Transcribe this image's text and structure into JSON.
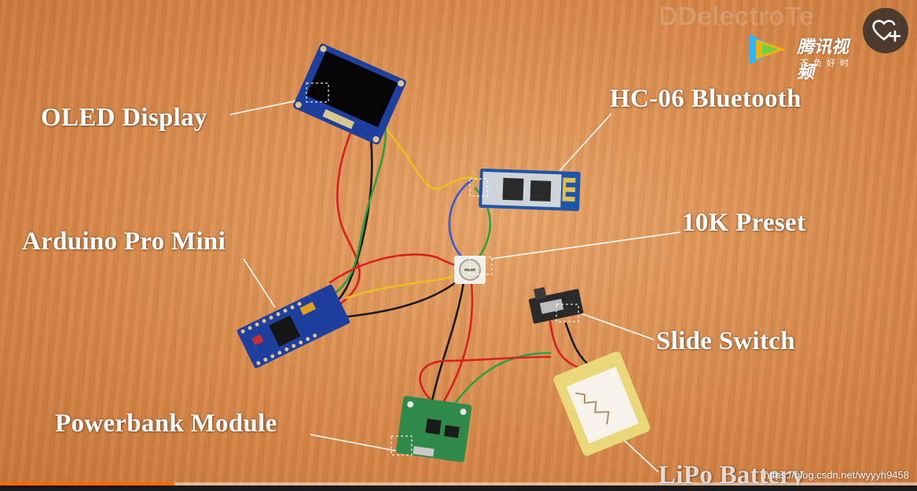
{
  "labels": {
    "oled": "OLED Display",
    "hc06": "HC-06 Bluetooth",
    "arduino": "Arduino Pro Mini",
    "preset": "10K Preset",
    "slide_switch": "Slide Switch",
    "powerbank": "Powerbank Module",
    "lipo": "LiPo Battery"
  },
  "watermarks": {
    "top": "DDelectroTe",
    "brand_name": "腾讯视频",
    "brand_slogan": "不负好时光",
    "url": "https://blog.csdn.net/wyyyh9458"
  },
  "player": {
    "progress": 0.19,
    "favorite_icon": "heart-plus-icon"
  },
  "colors": {
    "progress": "#ff6a00",
    "board_blue": "#1f3f9e",
    "pcb_green": "#2f8a4a"
  }
}
